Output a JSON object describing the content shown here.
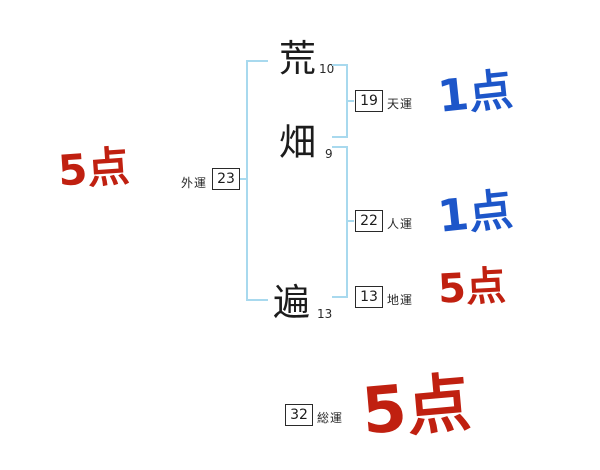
{
  "name_chars": [
    {
      "char": "荒",
      "strokes": "10"
    },
    {
      "char": "畑",
      "strokes": "9"
    },
    {
      "char": "遍",
      "strokes": "13"
    }
  ],
  "fortunes": {
    "ten": {
      "label": "天運",
      "value": "19",
      "score": "1点"
    },
    "jin": {
      "label": "人運",
      "value": "22",
      "score": "1点"
    },
    "chi": {
      "label": "地運",
      "value": "13",
      "score": "5点"
    },
    "gai": {
      "label": "外運",
      "value": "23",
      "score": "5点"
    },
    "sou": {
      "label": "総運",
      "value": "32",
      "score": "5点"
    }
  },
  "colors": {
    "score_red": "#c02010",
    "score_blue": "#1d56c9",
    "bracket_blue": "#a8d9ee"
  }
}
